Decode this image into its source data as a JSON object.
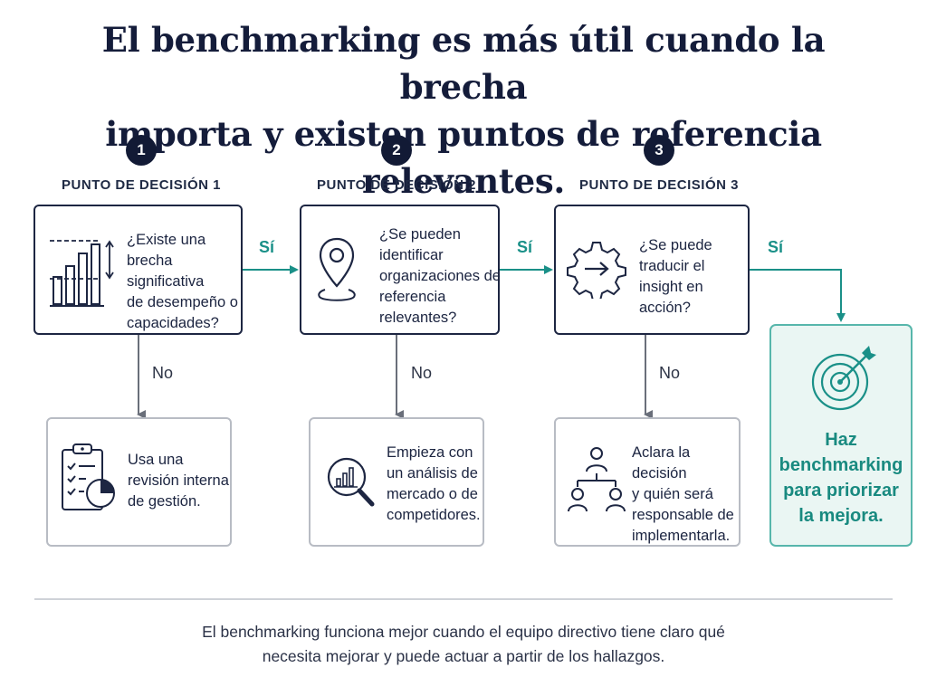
{
  "title": {
    "line1": "El benchmarking es más útil cuando la brecha",
    "line2": "importa y existen puntos de referencia relevantes."
  },
  "steps": [
    {
      "number": "1",
      "label": "PUNTO DE DECISIÓN 1",
      "question": "¿Existe una\nbrecha significativa\nde desempeño o\ncapacidades?",
      "icon": "gap-bar-chart-icon",
      "yes_label": "Sí",
      "no_label": "No",
      "no_outcome": "Usa una\nrevisión interna\nde gestión.",
      "no_icon": "clipboard-checklist-pie-icon"
    },
    {
      "number": "2",
      "label": "PUNTO DE DECISIÓN 2",
      "question": "¿Se pueden\nidentificar\norganizaciones de\nreferencia\nrelevantes?",
      "icon": "location-pin-icon",
      "yes_label": "Sí",
      "no_label": "No",
      "no_outcome": "Empieza con\nun análisis de\nmercado o de\ncompetidores.",
      "no_icon": "magnifier-chart-icon"
    },
    {
      "number": "3",
      "label": "PUNTO DE DECISIÓN 3",
      "question": "¿Se puede\ntraducir el\ninsight en\nacción?",
      "icon": "gear-arrow-icon",
      "yes_label": "Sí",
      "no_label": "No",
      "no_outcome": "Aclara la decisión\ny quién será\nresponsable de\nimplementarla.",
      "no_icon": "org-chart-people-icon"
    }
  ],
  "final": {
    "text": "Haz\nbenchmarking\npara priorizar\nla mejora.",
    "icon": "target-arrow-icon"
  },
  "footer": {
    "line1": "El benchmarking funciona mejor cuando el equipo directivo tiene claro qué",
    "line2": "necesita mejorar y puede actuar a partir de los hallazgos."
  },
  "colors": {
    "navy": "#121a35",
    "teal": "#1a9088",
    "final_bg": "#eaf6f3",
    "gray_border": "#b8bcc4"
  }
}
